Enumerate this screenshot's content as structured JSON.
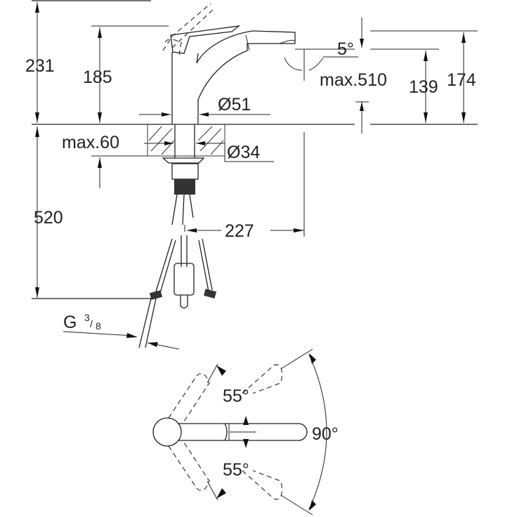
{
  "dimensions": {
    "total_height": "231",
    "lever_height": "185",
    "spout_angle": "5°",
    "pullout_length": "max.510",
    "spout_outlet_height": "139",
    "spout_top_height": "174",
    "body_diameter": "Ø51",
    "counter_thickness": "max.60",
    "hole_diameter": "Ø34",
    "hose_length": "520",
    "spout_reach": "227",
    "connection_thread": "G",
    "thread_numerator": "3",
    "thread_denominator": "8",
    "lever_angle_upper": "55°",
    "lever_angle_lower": "55°",
    "rotation_angle": "90°"
  }
}
